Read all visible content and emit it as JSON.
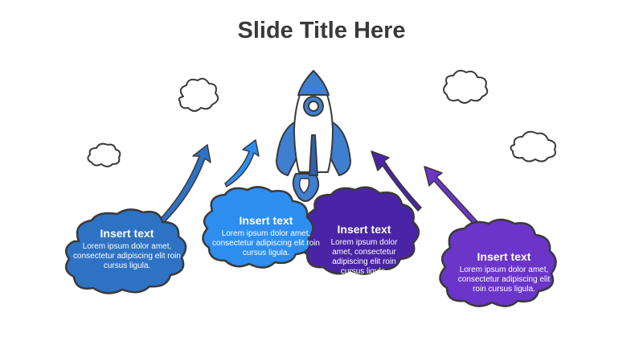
{
  "slide": {
    "title": "Slide Title Here"
  },
  "boxes": [
    {
      "heading": "Insert text",
      "body": "Lorem ipsum dolor amet, consectetur adipiscing elit roin cursus ligula.",
      "color": "#2e72c4"
    },
    {
      "heading": "Insert text",
      "body": "Lorem ipsum dolor amet, consectetur adipiscing elit roin cursus ligula.",
      "color": "#2d8ef0"
    },
    {
      "heading": "Insert text",
      "body": "Lorem ipsum dolor amet, consectetur adipiscing elit roin cursus ligula.",
      "color": "#4a24a6"
    },
    {
      "heading": "Insert text",
      "body": "Lorem ipsum dolor amet, consectetur adipiscing elit roin cursus ligula.",
      "color": "#6a35c8"
    }
  ],
  "colors": {
    "outline": "#3a3a3a",
    "rocket_blue": "#3f7fd0",
    "rocket_dark": "#2e62b0",
    "arrow_purple": "#5a2fb0"
  },
  "icons": [
    "rocket-icon",
    "cloud-icon",
    "arrow-icon"
  ]
}
